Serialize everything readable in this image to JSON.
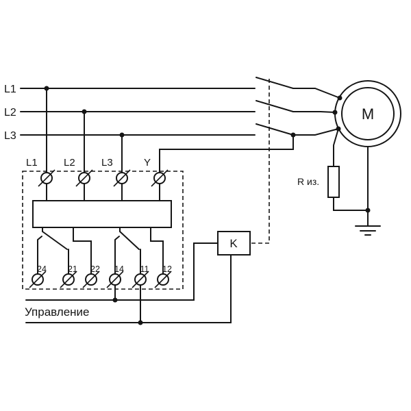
{
  "diagram": {
    "type": "wiring-schematic",
    "description": "Three-phase motor insulation monitoring relay connection diagram",
    "colors": {
      "line": "#151515",
      "background": "#ffffff"
    },
    "power_lines": {
      "l1": "L1",
      "l2": "L2",
      "l3": "L3"
    },
    "relay": {
      "input_terminals": [
        "L1",
        "L2",
        "L3",
        "Y"
      ],
      "output_terminals": [
        "24",
        "21",
        "22",
        "14",
        "11",
        "12"
      ]
    },
    "motor_label": "M",
    "insulation_resistor_label": "R из.",
    "contactor_label": "K",
    "control_label": "Управление"
  }
}
